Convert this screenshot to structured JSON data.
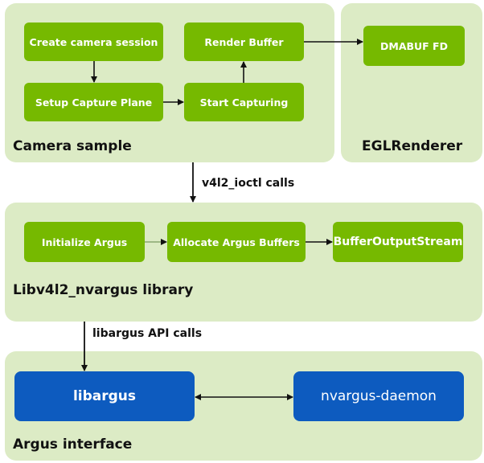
{
  "panels": {
    "camera_sample": "Camera sample",
    "egl_renderer": "EGLRenderer",
    "libv4l2": "Libv4l2_nvargus library",
    "argus_interface": "Argus interface"
  },
  "camera_boxes": {
    "create_session": "Create camera session",
    "setup_capture": "Setup Capture Plane",
    "start_capturing": "Start Capturing",
    "render_buffer": "Render Buffer"
  },
  "egl_boxes": {
    "dmabuf": "DMABUF FD"
  },
  "lib_boxes": {
    "init_argus": "Initialize Argus",
    "allocate_buffers": "Allocate Argus Buffers",
    "buffer_output_stream": "BufferOutputStream"
  },
  "argus_boxes": {
    "libargus": "libargus",
    "daemon": "nvargus-daemon"
  },
  "calls": {
    "v4l2": "v4l2_ioctl calls",
    "libargus_api": "libargus API calls"
  },
  "colors": {
    "panel": "#dcebc5",
    "green_box": "#76b900",
    "blue_box": "#0d5bbf"
  }
}
